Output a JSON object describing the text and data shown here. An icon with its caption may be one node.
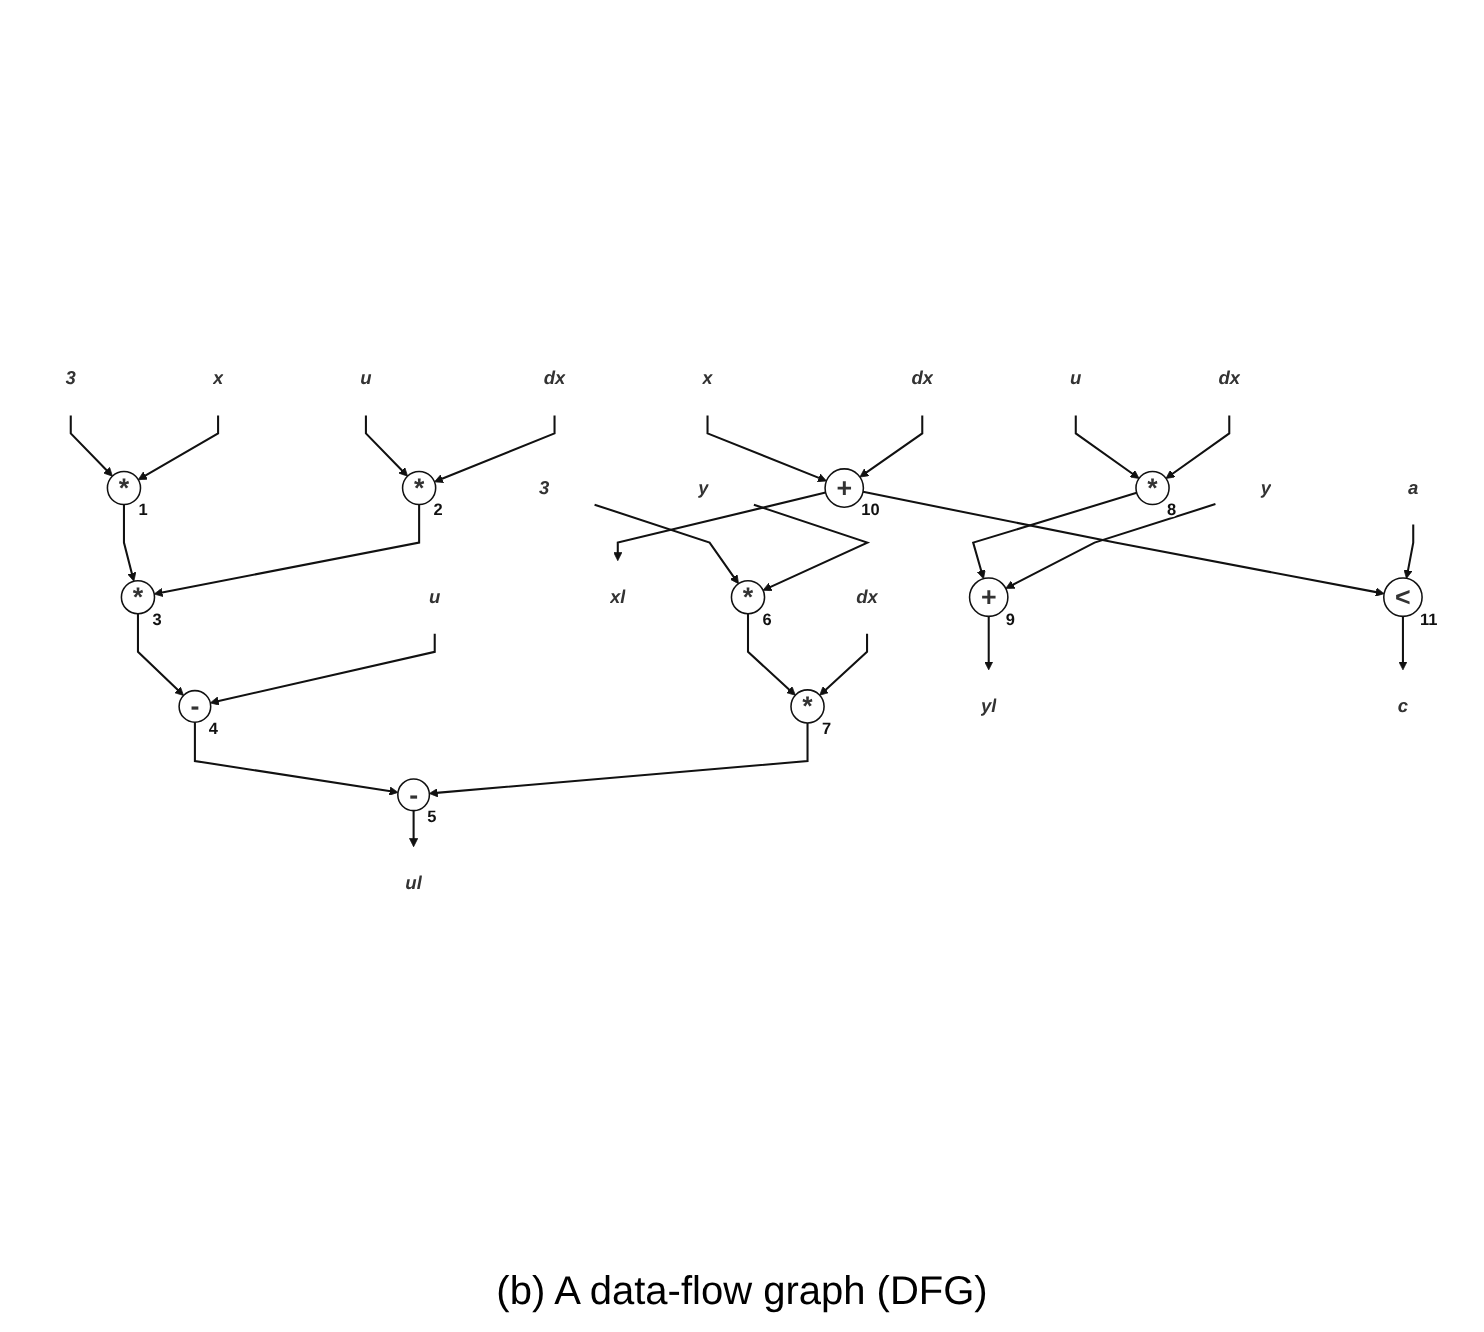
{
  "diagram": {
    "caption": "(b) A data-flow graph (DFG)",
    "nodes": [
      {
        "text": [
          "3"
        ]
      },
      {
        "text": [
          "x"
        ]
      },
      {
        "text": [
          "u"
        ]
      },
      {
        "text": [
          "dx"
        ]
      },
      {
        "text": [
          "3"
        ]
      },
      {
        "text": [
          "y"
        ]
      },
      {
        "text": [
          "u"
        ]
      },
      {
        "text": [
          "dx"
        ]
      },
      {
        "text": [
          "x"
        ]
      },
      {
        "text": [
          "dx"
        ]
      },
      {
        "text": [
          "*"
        ],
        "beside": [
          "1"
        ]
      },
      {
        "text": [
          "*"
        ],
        "beside": [
          "2"
        ]
      },
      {
        "text": [
          "*"
        ],
        "beside": [
          "6"
        ]
      },
      {
        "text": [
          "*"
        ],
        "beside": [
          "8"
        ]
      },
      {
        "text": [
          "+"
        ],
        "beside": [
          "10"
        ]
      },
      {
        "text": [
          "dx"
        ]
      },
      {
        "text": [
          "y"
        ]
      },
      {
        "text": [
          "xl"
        ]
      },
      {
        "text": [
          "a"
        ]
      },
      {
        "text": [
          "*"
        ],
        "beside": [
          "3"
        ]
      },
      {
        "text": [
          "*"
        ],
        "beside": [
          "7"
        ]
      },
      {
        "text": [
          "+"
        ],
        "beside": [
          "9"
        ]
      },
      {
        "text": [
          "<"
        ],
        "beside": [
          "11"
        ]
      },
      {
        "text": [
          "u"
        ]
      },
      {
        "text": [
          "-"
        ],
        "beside": [
          "4"
        ]
      },
      {
        "text": [
          "yl"
        ]
      },
      {
        "text": [
          "c"
        ]
      },
      {
        "text": [
          "-"
        ],
        "beside": [
          "5"
        ]
      },
      {
        "text": [
          "ul"
        ]
      }
    ],
    "edges": [
      {
        "from": 0,
        "to": 10,
        "arrow": "to"
      },
      {
        "from": 1,
        "to": 10,
        "arrow": "to"
      },
      {
        "from": 2,
        "to": 11,
        "arrow": "to"
      },
      {
        "from": 3,
        "to": 11,
        "arrow": "to"
      },
      {
        "from": 4,
        "to": 12,
        "arrow": "to"
      },
      {
        "from": 5,
        "to": 12,
        "arrow": "to"
      },
      {
        "from": 6,
        "to": 13,
        "arrow": "to"
      },
      {
        "from": 7,
        "to": 13,
        "arrow": "to"
      },
      {
        "from": 8,
        "to": 14,
        "arrow": "to"
      },
      {
        "from": 9,
        "to": 14,
        "arrow": "to"
      },
      {
        "from": 10,
        "to": 19,
        "arrow": "to"
      },
      {
        "from": 11,
        "to": 19,
        "arrow": "to"
      },
      {
        "from": 12,
        "to": 20,
        "arrow": "to"
      },
      {
        "from": 15,
        "to": 20,
        "arrow": "to"
      },
      {
        "from": 13,
        "to": 21,
        "arrow": "to"
      },
      {
        "from": 16,
        "to": 21,
        "arrow": "to"
      },
      {
        "from": 14,
        "to": 17,
        "arrow": "to"
      },
      {
        "from": 14,
        "to": 22,
        "arrow": "to"
      },
      {
        "from": 18,
        "to": 22,
        "arrow": "to"
      },
      {
        "from": 19,
        "to": 24,
        "arrow": "to"
      },
      {
        "from": 23,
        "to": 24,
        "arrow": "to"
      },
      {
        "from": 24,
        "to": 27,
        "arrow": "to"
      },
      {
        "from": 20,
        "to": 27,
        "arrow": "to"
      },
      {
        "from": 21,
        "to": 25,
        "arrow": "to"
      },
      {
        "from": 22,
        "to": 26,
        "arrow": "to"
      },
      {
        "from": 27,
        "to": 28,
        "arrow": "to"
      }
    ]
  }
}
